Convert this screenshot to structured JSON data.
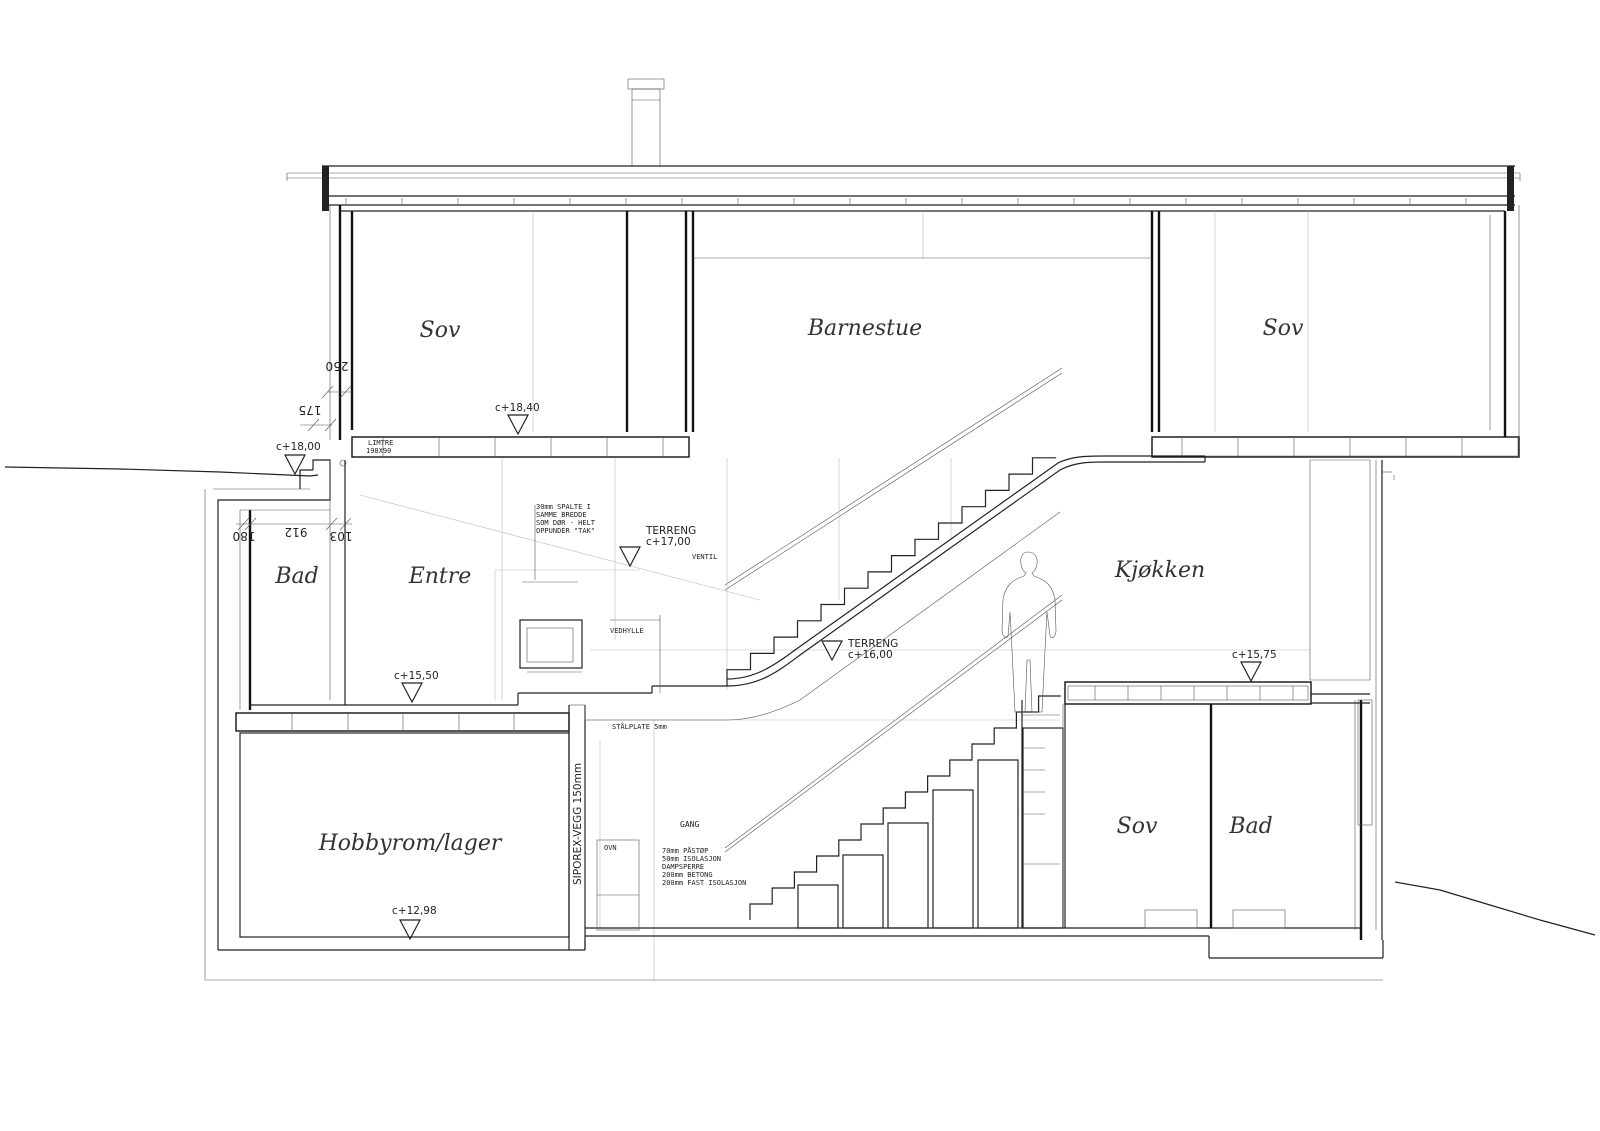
{
  "rooms": {
    "sov_upper_left": "Sov",
    "barnestue": "Barnestue",
    "sov_upper_right": "Sov",
    "bad_left": "Bad",
    "entre": "Entre",
    "kjokken": "Kjøkken",
    "hobbyrom": "Hobbyrom/lager",
    "sov_lower": "Sov",
    "bad_lower": "Bad"
  },
  "levels": {
    "upper_floor": "c+18,40",
    "top_wall": "c+18,00",
    "entre_floor": "c+15,50",
    "kitchen_floor": "c+15,75",
    "basement_floor": "c+12,98"
  },
  "terrain": {
    "upper_label": "TERRENG",
    "upper_level": "c+17,00",
    "lower_label": "TERRENG",
    "lower_level": "c+16,00"
  },
  "notes": {
    "limtre_1": "LIMTRE",
    "limtre_2": "198X90",
    "spalte_1": "30mm SPALTE I",
    "spalte_2": "SAMME BREDDE",
    "spalte_3": "SOM DØR - HELT",
    "spalte_4": "OPPUNDER \"TAK\"",
    "ventil": "VENTIL",
    "vedhylle": "VEDHYLLE",
    "stalplate": "STÅLPLATE 5mm",
    "siporex": "SIPOREX-VEGG 150mm",
    "gang": "GANG",
    "ovn": "OVN",
    "build_1": "70mm PÅSTØP",
    "build_2": "50mm ISOLASJON",
    "build_3": "DAMPSPERRE",
    "build_4": "200mm BETONG",
    "build_5": "200mm FAST ISOLASJON"
  },
  "dimensions": {
    "d250": "250",
    "d175": "175",
    "d180": "180",
    "d912": "912",
    "d103": "103"
  }
}
